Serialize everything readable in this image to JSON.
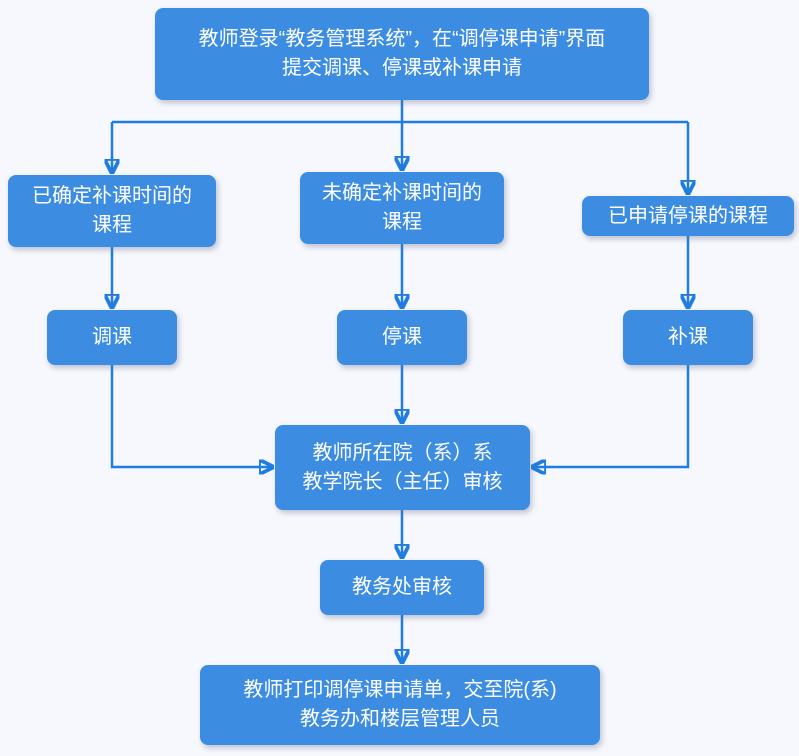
{
  "colors": {
    "background": "#f7f8fd",
    "node_fill": "#3c8de1",
    "node_text": "#ffffff",
    "arrow": "#1e7ce2"
  },
  "nodes": {
    "start": {
      "label": "教师登录“教务管理系统”，在“调停课申请”界面\n提交调课、停课或补课申请"
    },
    "course_makeup_time_confirmed": {
      "label": "已确定补课时间的\n课程"
    },
    "course_makeup_time_unconfirmed": {
      "label": "未确定补课时间的\n课程"
    },
    "course_suspension_requested": {
      "label": "已申请停课的课程"
    },
    "adjust_class": {
      "label": "调课"
    },
    "suspend_class": {
      "label": "停课"
    },
    "makeup_class": {
      "label": "补课"
    },
    "dept_review": {
      "label": "教师所在院（系）系\n教学院长（主任）审核"
    },
    "office_review": {
      "label": "教务处审核"
    },
    "final_step": {
      "label": "教师打印调停课申请单，交至院(系)\n教务办和楼层管理人员"
    }
  }
}
